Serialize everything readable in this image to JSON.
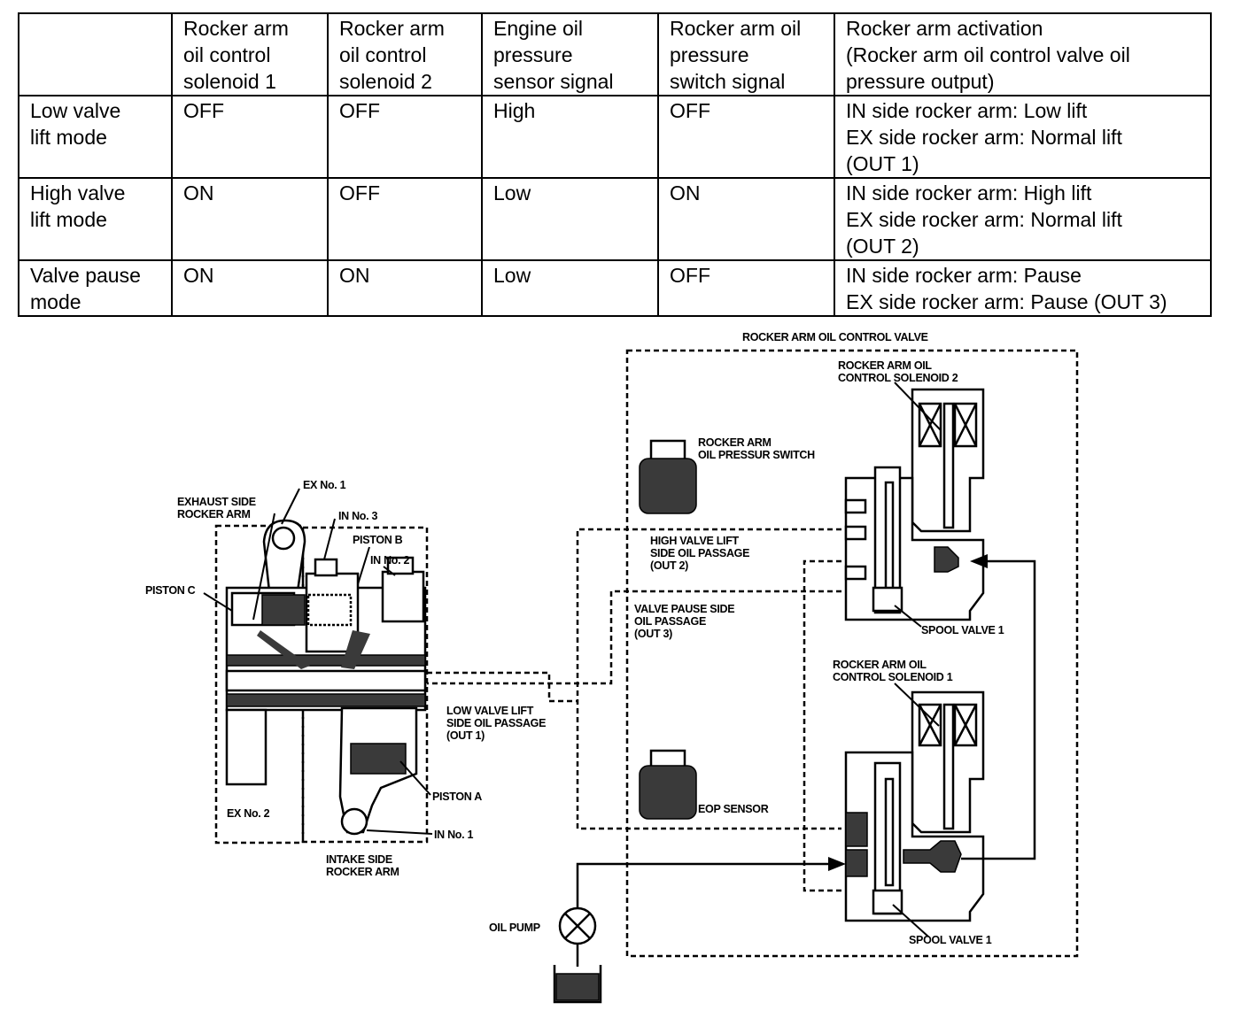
{
  "table": {
    "header": {
      "blank": "",
      "col1": [
        "Rocker arm",
        "oil control",
        "solenoid 1"
      ],
      "col2": [
        "Rocker arm",
        "oil control",
        "solenoid 2"
      ],
      "col3": [
        "Engine oil",
        "pressure",
        "sensor signal"
      ],
      "col4": [
        "Rocker arm oil",
        "pressure",
        "switch signal"
      ],
      "col5": [
        "Rocker arm activation",
        "(Rocker arm oil control valve oil",
        "pressure output)"
      ]
    },
    "rows": [
      {
        "mode": [
          "Low valve",
          "lift mode"
        ],
        "sol1": "OFF",
        "sol2": "OFF",
        "eop": "High",
        "switch": "OFF",
        "activation": [
          "IN side rocker arm: Low lift",
          "EX side rocker arm: Normal lift",
          "(OUT 1)"
        ]
      },
      {
        "mode": [
          "High valve",
          "lift mode"
        ],
        "sol1": "ON",
        "sol2": "OFF",
        "eop": "Low",
        "switch": "ON",
        "activation": [
          "IN side rocker arm: High lift",
          "EX side rocker arm: Normal lift",
          "(OUT 2)"
        ]
      },
      {
        "mode": [
          "Valve pause",
          "mode"
        ],
        "sol1": "ON",
        "sol2": "ON",
        "eop": "Low",
        "switch": "OFF",
        "activation": [
          "IN side rocker arm: Pause",
          "EX side rocker arm: Pause (OUT 3)"
        ]
      }
    ]
  },
  "diagram": {
    "valve_title": "ROCKER ARM OIL CONTROL VALVE",
    "solenoid2": [
      "ROCKER ARM OIL",
      "CONTROL SOLENOID 2"
    ],
    "pressure_switch": [
      "ROCKER ARM",
      "OIL PRESSUR SWITCH"
    ],
    "high_passage": [
      "HIGH VALVE LIFT",
      "SIDE OIL PASSAGE",
      "(OUT 2)"
    ],
    "pause_passage": [
      "VALVE PAUSE SIDE",
      "OIL PASSAGE",
      "(OUT 3)"
    ],
    "spool_upper": "SPOOL VALVE 1",
    "solenoid1": [
      "ROCKER ARM OIL",
      "CONTROL SOLENOID 1"
    ],
    "low_passage": [
      "LOW VALVE LIFT",
      "SIDE OIL PASSAGE",
      "(OUT 1)"
    ],
    "eop_sensor": "EOP SENSOR",
    "spool_lower": "SPOOL VALVE 1",
    "oil_pump": "OIL PUMP",
    "ex_no1": "EX No. 1",
    "exhaust_arm": [
      "EXHAUST SIDE",
      "ROCKER ARM"
    ],
    "in_no3": "IN No. 3",
    "piston_b": "PISTON B",
    "in_no2": "IN No. 2",
    "piston_c": "PISTON C",
    "piston_a": "PISTON A",
    "ex_no2": "EX No. 2",
    "in_no1": "IN No. 1",
    "intake_arm": [
      "INTAKE SIDE",
      "ROCKER ARM"
    ]
  }
}
